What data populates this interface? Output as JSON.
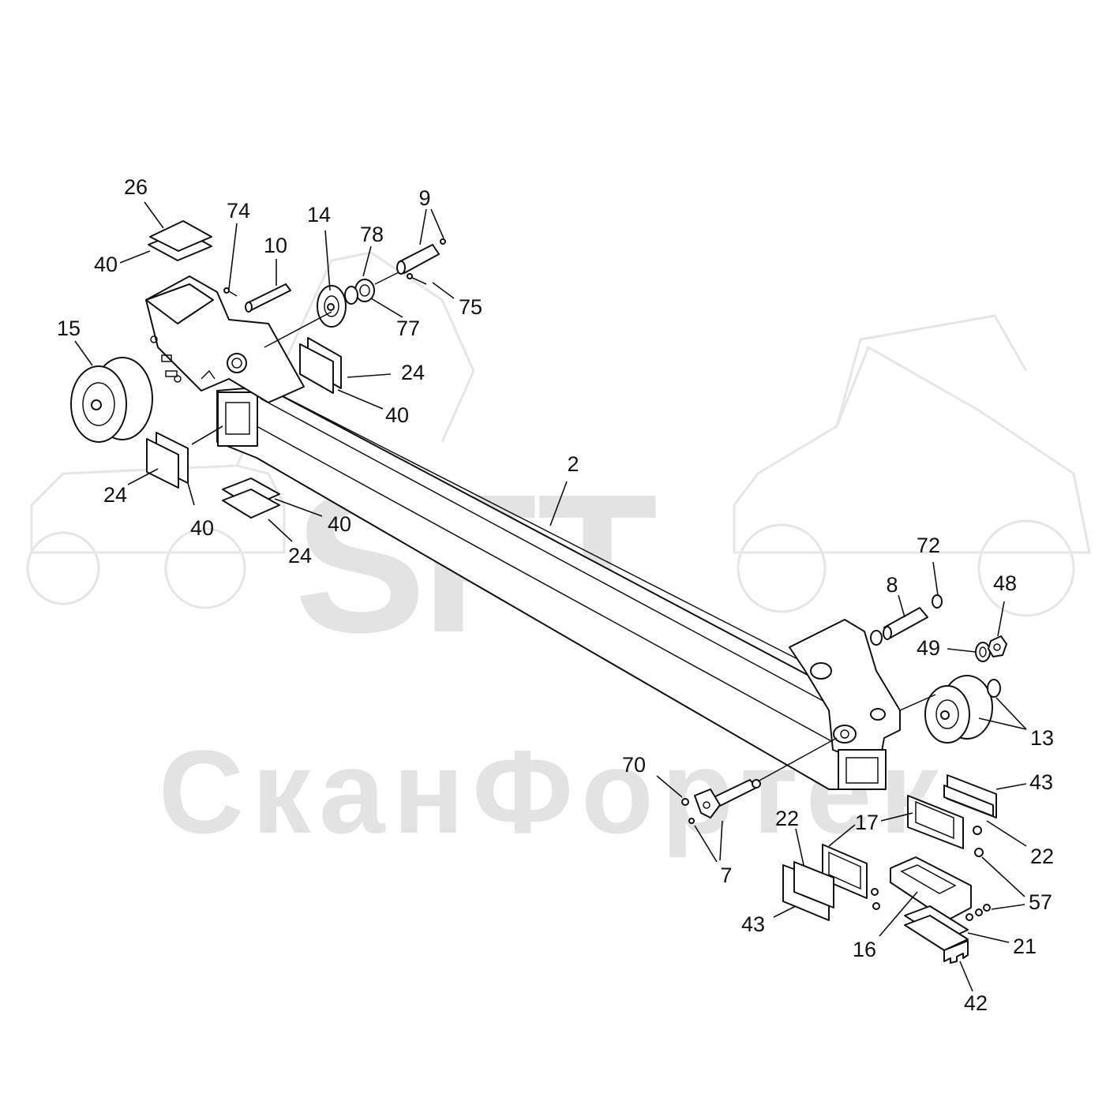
{
  "watermark": {
    "brand": "SFT",
    "company": "СканФортек"
  },
  "callouts": {
    "c2": "2",
    "c7": "7",
    "c8": "8",
    "c9": "9",
    "c10": "10",
    "c13": "13",
    "c14": "14",
    "c15": "15",
    "c16": "16",
    "c17": "17",
    "c21": "21",
    "c22a": "22",
    "c22b": "22",
    "c24a": "24",
    "c24b": "24",
    "c24c": "24",
    "c26": "26",
    "c40a": "40",
    "c40b": "40",
    "c40c": "40",
    "c40d": "40",
    "c42": "42",
    "c43a": "43",
    "c43b": "43",
    "c48": "48",
    "c49": "49",
    "c57": "57",
    "c70": "70",
    "c72": "72",
    "c74": "74",
    "c75": "75",
    "c77": "77",
    "c78": "78"
  }
}
